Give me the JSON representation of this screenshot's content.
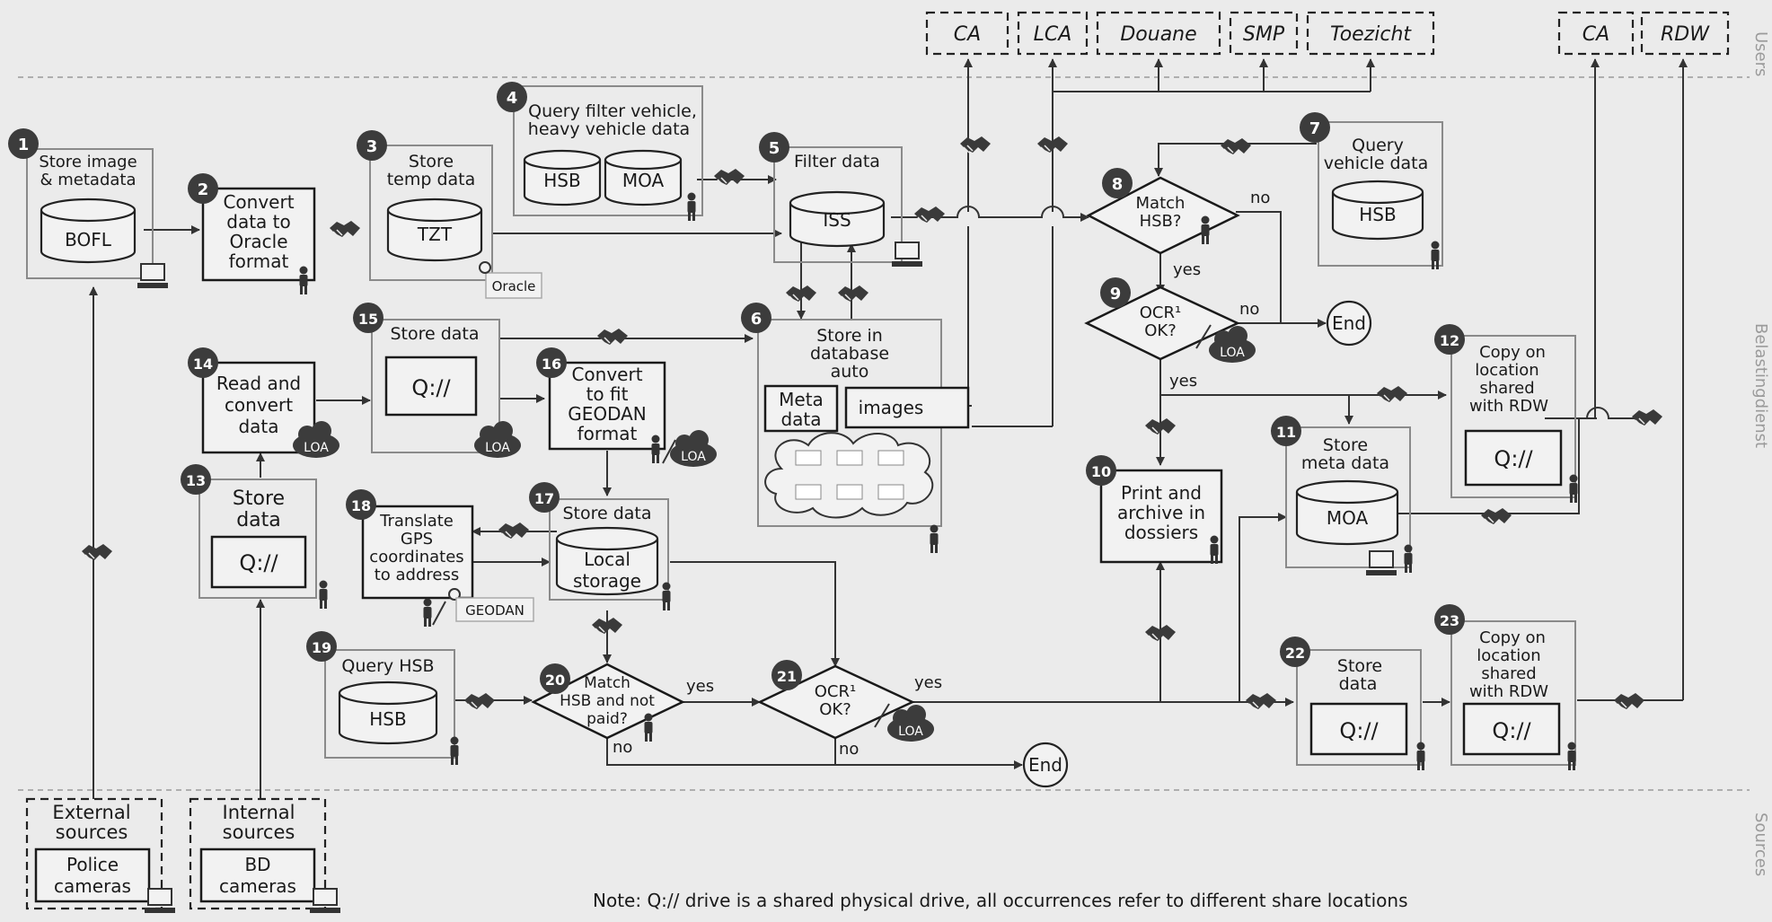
{
  "lanes": {
    "users": "Users",
    "belastingdienst": "Belastingdienst",
    "sources": "Sources"
  },
  "users": [
    "CA",
    "LCA",
    "Douane",
    "SMP",
    "Toezicht",
    "CA",
    "RDW"
  ],
  "steps": {
    "s1": {
      "num": "1",
      "line1": "Store image",
      "line2": "& metadata",
      "db": "BOFL"
    },
    "s2": {
      "num": "2",
      "line1": "Convert",
      "line2": "data to",
      "line3": "Oracle",
      "line4": "format"
    },
    "s3": {
      "num": "3",
      "line1": "Store",
      "line2": "temp data",
      "db": "TZT",
      "tag": "Oracle"
    },
    "s4": {
      "num": "4",
      "line1": "Query filter vehicle,",
      "line2": "heavy vehicle data",
      "db1": "HSB",
      "db2": "MOA"
    },
    "s5": {
      "num": "5",
      "line1": "Filter data",
      "db": "ISS"
    },
    "s6": {
      "num": "6",
      "line1": "Store in",
      "line2": "database",
      "line3": "auto",
      "meta1": "Meta",
      "meta2": "data",
      "images": "images"
    },
    "s7": {
      "num": "7",
      "line1": "Query",
      "line2": "vehicle data",
      "db": "HSB"
    },
    "s8": {
      "num": "8",
      "line1": "Match",
      "line2": "HSB?",
      "no": "no",
      "yes": "yes"
    },
    "s9": {
      "num": "9",
      "line1": "OCR¹",
      "line2": "OK?",
      "no": "no",
      "yes": "yes",
      "end": "End"
    },
    "s10": {
      "num": "10",
      "line1": "Print and",
      "line2": "archive in",
      "line3": "dossiers"
    },
    "s11": {
      "num": "11",
      "line1": "Store",
      "line2": "meta data",
      "db": "MOA"
    },
    "s12": {
      "num": "12",
      "line1": "Copy on",
      "line2": "location",
      "line3": "shared",
      "line4": "with RDW",
      "drive": "Q://"
    },
    "s13": {
      "num": "13",
      "line1": "Store",
      "line2": "data",
      "drive": "Q://"
    },
    "s14": {
      "num": "14",
      "line1": "Read and",
      "line2": "convert",
      "line3": "data"
    },
    "s15": {
      "num": "15",
      "line1": "Store data",
      "drive": "Q://"
    },
    "s16": {
      "num": "16",
      "line1": "Convert",
      "line2": "to fit",
      "line3": "GEODAN",
      "line4": "format"
    },
    "s17": {
      "num": "17",
      "line1": "Store data",
      "db1": "Local",
      "db2": "storage"
    },
    "s18": {
      "num": "18",
      "line1": "Translate",
      "line2": "GPS",
      "line3": "coordinates",
      "line4": "to address",
      "tag": "GEODAN"
    },
    "s19": {
      "num": "19",
      "line1": "Query HSB",
      "db": "HSB"
    },
    "s20": {
      "num": "20",
      "line1": "Match",
      "line2": "HSB and not",
      "line3": "paid?",
      "yes": "yes",
      "no": "no"
    },
    "s21": {
      "num": "21",
      "line1": "OCR¹",
      "line2": "OK?",
      "yes": "yes",
      "no": "no",
      "end": "End"
    },
    "s22": {
      "num": "22",
      "line1": "Store",
      "line2": "data",
      "drive": "Q://"
    },
    "s23": {
      "num": "23",
      "line1": "Copy on",
      "line2": "location",
      "line3": "shared",
      "line4": "with RDW",
      "drive": "Q://"
    }
  },
  "loa": "LOA",
  "sources": {
    "external": {
      "title1": "External",
      "title2": "sources",
      "sub1": "Police",
      "sub2": "cameras"
    },
    "internal": {
      "title1": "Internal",
      "title2": "sources",
      "sub1": "BD",
      "sub2": "cameras"
    }
  },
  "note": "Note: Q:// drive is a shared physical drive, all occurrences refer to different share locations"
}
